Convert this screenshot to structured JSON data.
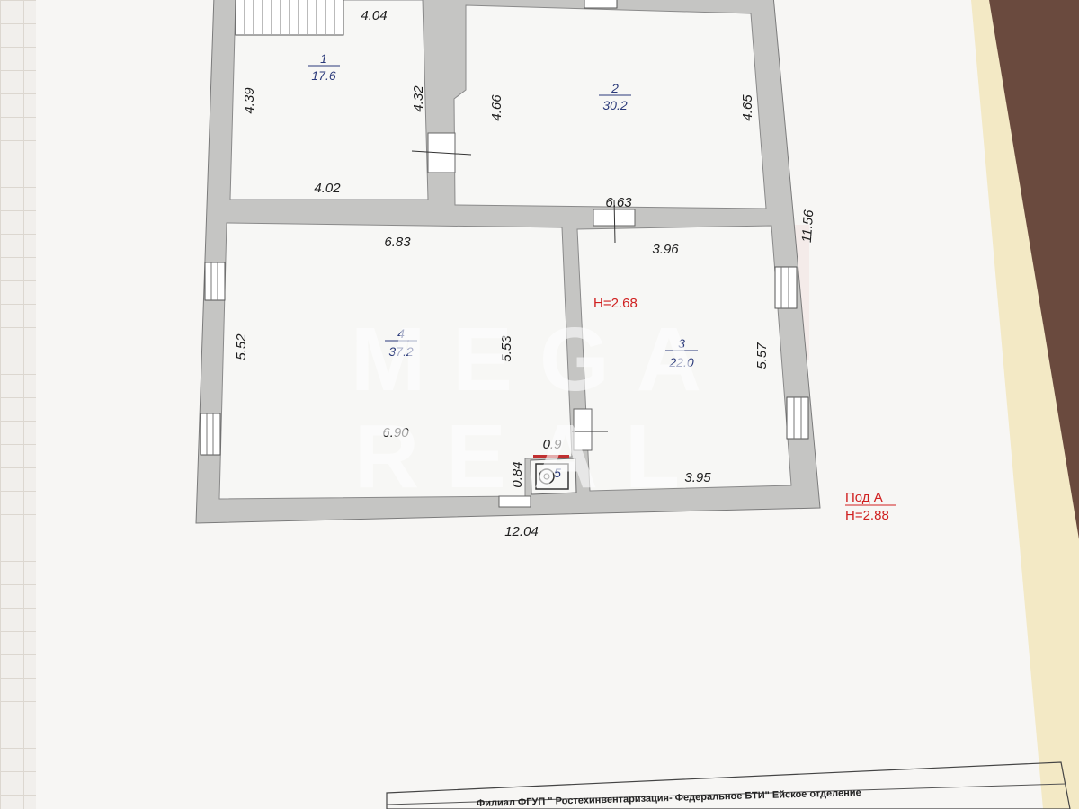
{
  "rooms": [
    {
      "number": "1",
      "area": "17.6"
    },
    {
      "number": "2",
      "area": "30.2"
    },
    {
      "number": "3",
      "area": "22.0"
    },
    {
      "number": "4",
      "area": "37.2"
    },
    {
      "number": "5"
    }
  ],
  "dimensions": {
    "r1_top": "4.04",
    "r1_left": "4.39",
    "r1_right": "4.32",
    "r1_bottom": "4.02",
    "r2_left": "4.66",
    "r2_right": "4.65",
    "r2_bottom": "6.63",
    "r3_top": "3.96",
    "r3_right": "5.57",
    "r3_bottom": "3.95",
    "r4_top": "6.83",
    "r4_left": "5.52",
    "r4_right": "5.53",
    "r4_bottom": "6.90",
    "r5_top": "0.9",
    "r5_left": "0.84",
    "total_width": "12.04",
    "total_height": "11.56"
  },
  "labels": {
    "height_inner": "H=2.68",
    "floor_name": "Под А",
    "floor_height": "H=2.88"
  },
  "watermark": {
    "line1": "MEGA",
    "line2": "REAL"
  },
  "stamp": {
    "org": "Филиал ФГУП \" Ростехинвентаризация- Федеральное БТИ\"  Ейское отделение"
  },
  "colors": {
    "wall": "#c5c5c3",
    "wall_stroke": "#7b7b7b",
    "room": "#f7f7f5",
    "red": "#d02020"
  }
}
